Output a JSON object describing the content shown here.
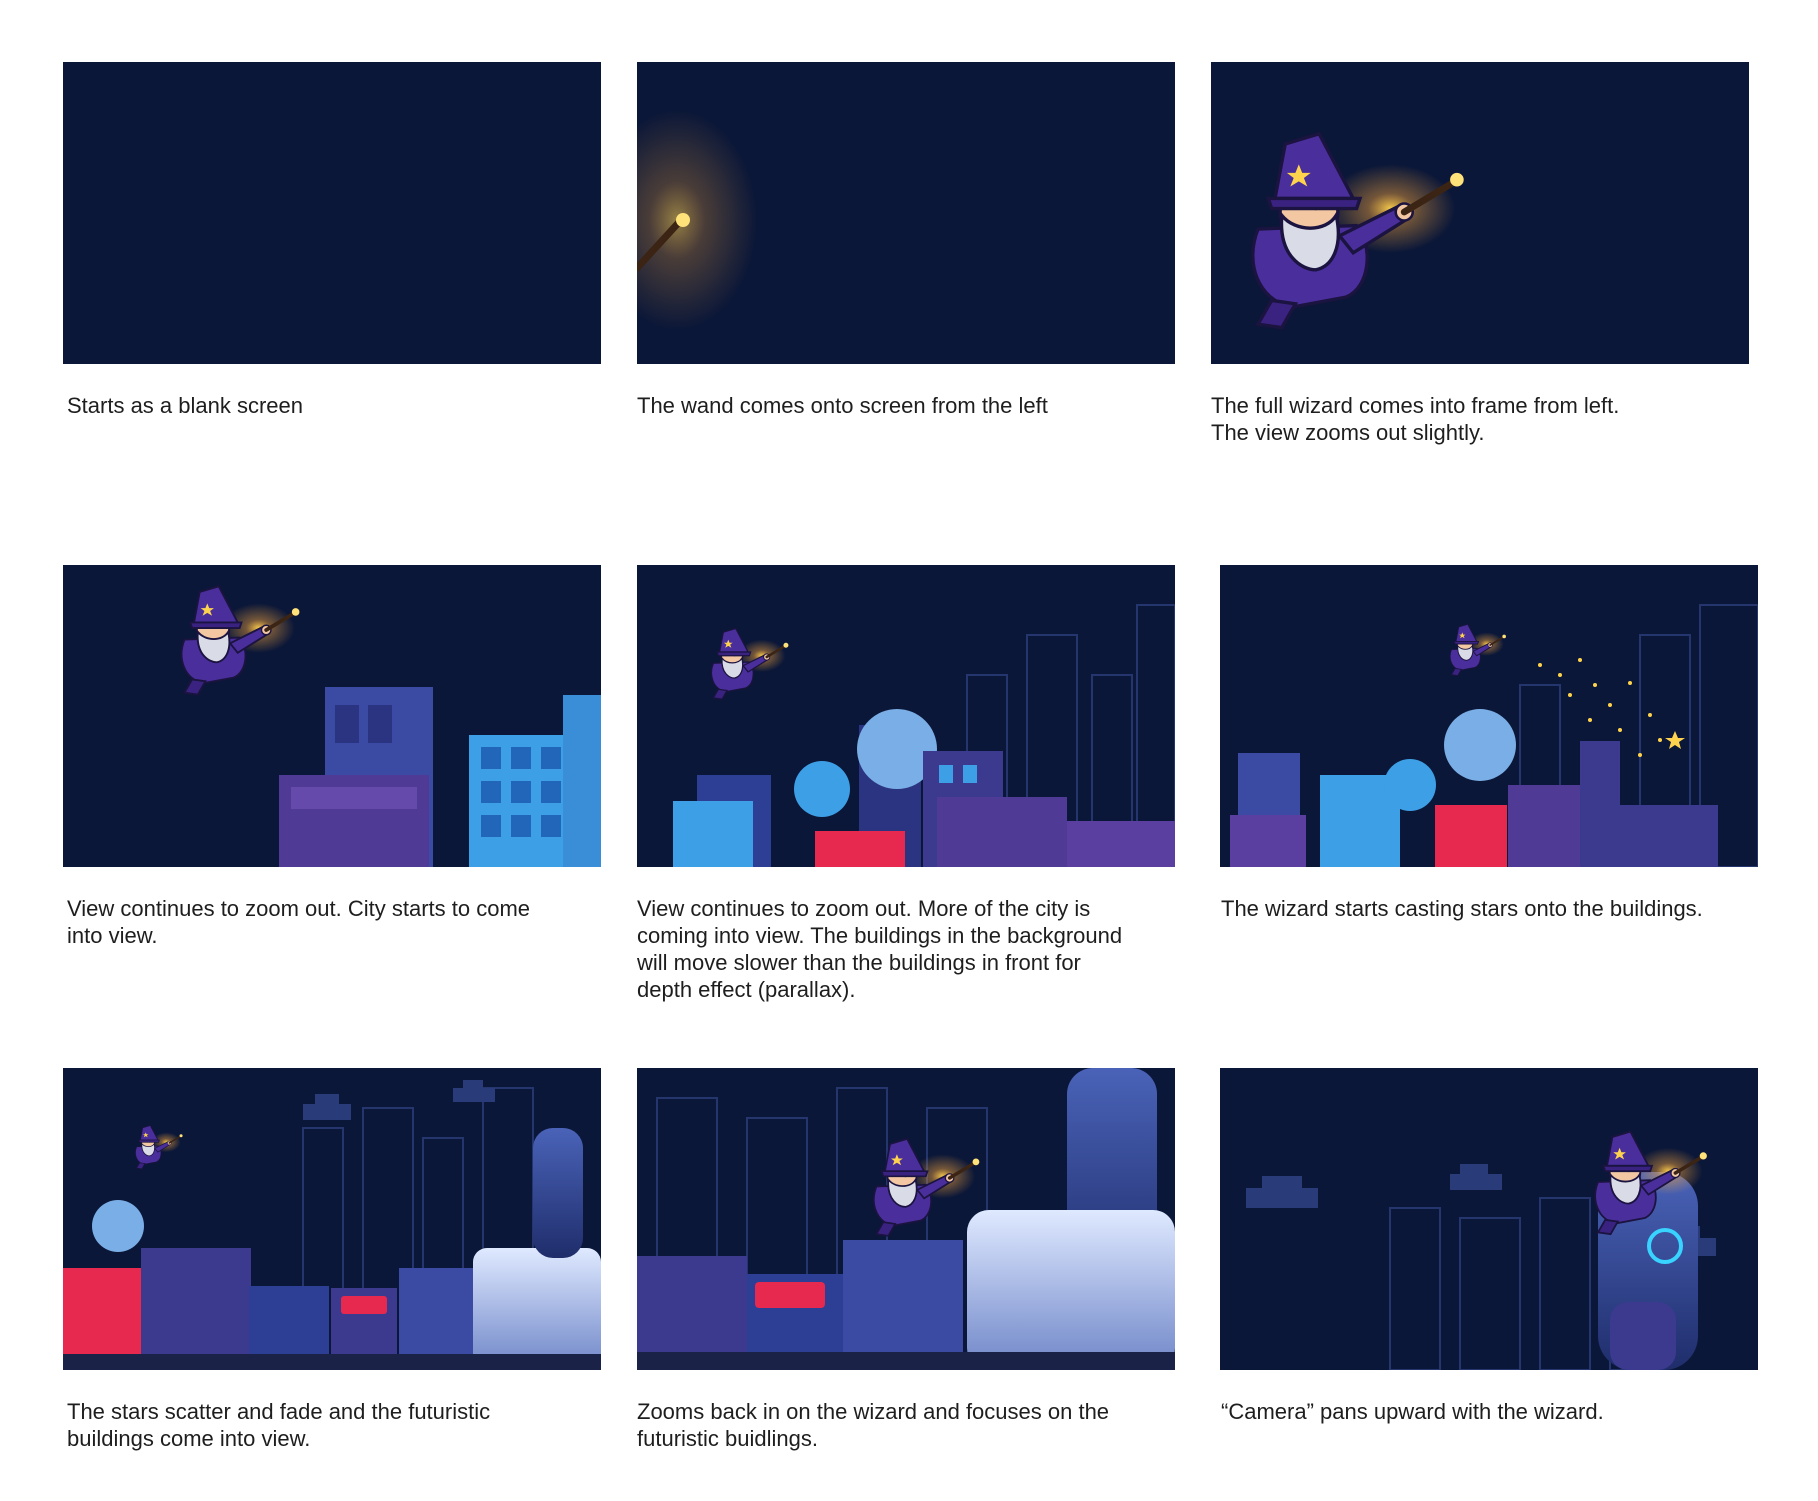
{
  "storyboard": {
    "colors": {
      "night_sky": "#0b1738",
      "building_blue": "#3d9fe6",
      "building_purple": "#3b3a8f",
      "building_red": "#e8294f",
      "wizard_robe": "#4a2f9c",
      "wand_glow": "#ffd34e"
    },
    "panels": [
      {
        "caption": [
          "Starts as a blank screen"
        ]
      },
      {
        "caption": [
          "The wand comes onto screen from the left"
        ]
      },
      {
        "caption": [
          "The full wizard comes into frame from left.",
          "The view zooms out slightly."
        ]
      },
      {
        "caption": [
          "View continues to zoom out. City starts to come",
          "into view."
        ]
      },
      {
        "caption": [
          "View continues to zoom out. More of the city is",
          "coming into view. The buildings in the background",
          "will move slower than the buildings in front for",
          "depth effect (parallax)."
        ]
      },
      {
        "caption": [
          "The wizard starts casting stars onto the buildings."
        ]
      },
      {
        "caption": [
          "The stars scatter and fade and the futuristic",
          "buildings come into view."
        ]
      },
      {
        "caption": [
          "Zooms back in on the wizard and focuses on the",
          "futuristic buidlings."
        ]
      },
      {
        "caption": [
          "“Camera” pans upward with the wizard."
        ]
      }
    ]
  }
}
